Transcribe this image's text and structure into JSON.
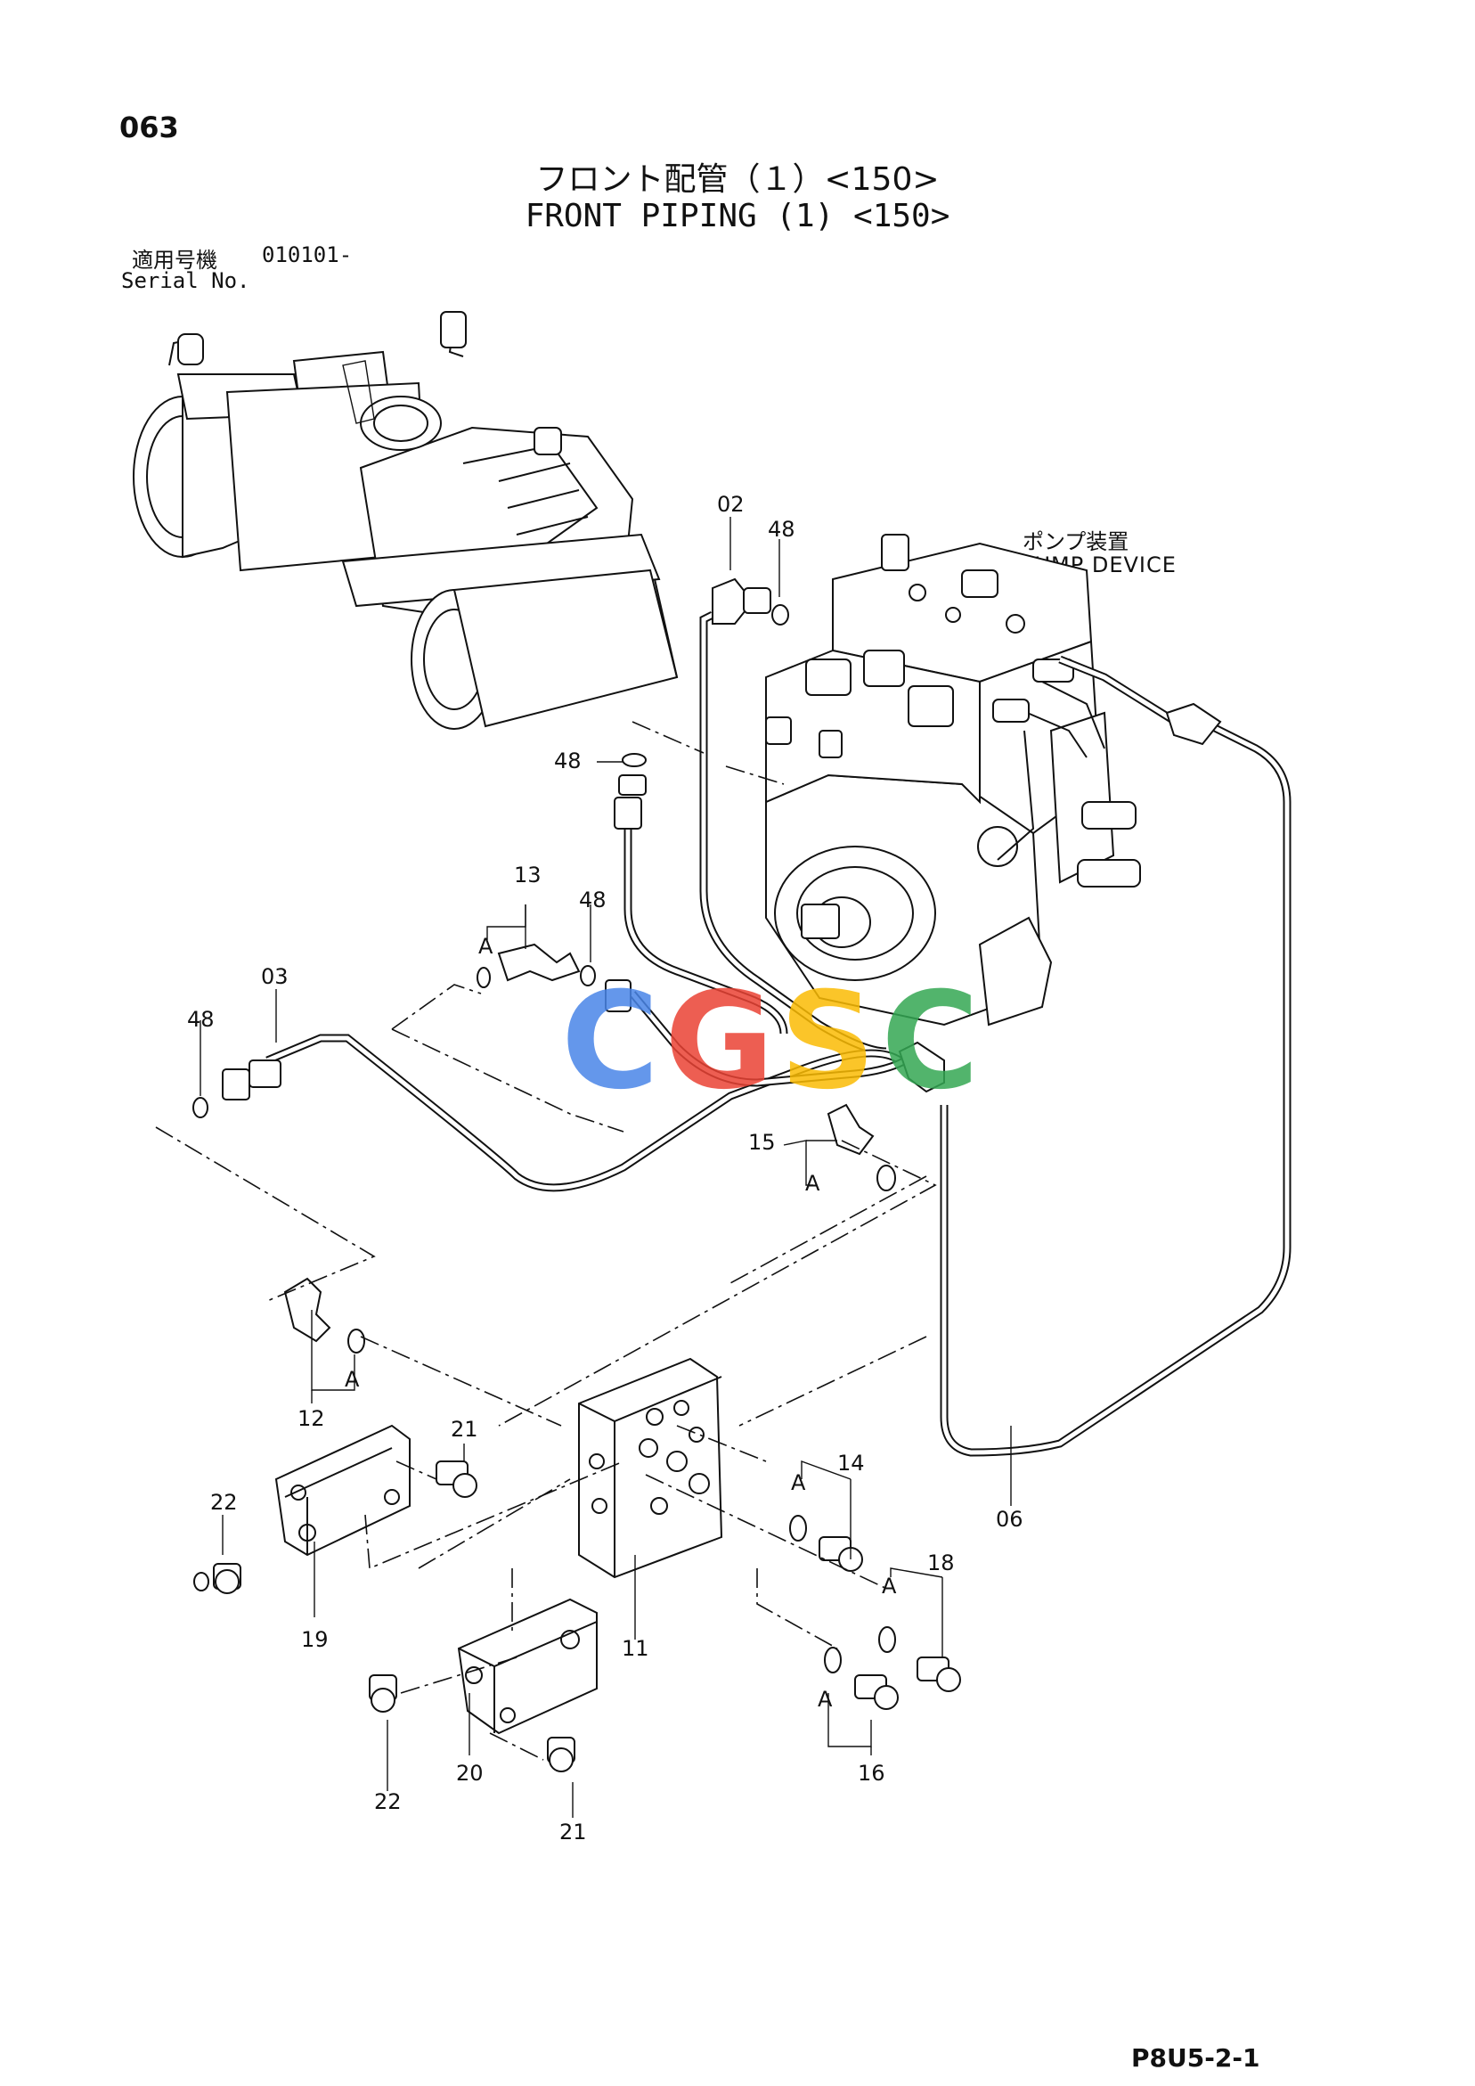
{
  "page_number": "063",
  "title_jp": "フロント配管（１）<150>",
  "title_en": "FRONT PIPING (1) <150>",
  "serial_jp": "適用号機",
  "serial_value": "010101-",
  "serial_en": "Serial No.",
  "pump_device_jp": "ポンプ装置",
  "pump_device_en": "PUMP DEVICE",
  "footer_code": "P8U5-2-1",
  "watermark": "CGSC",
  "colors": {
    "watermark": [
      "#4a86e8",
      "#ea4335",
      "#fbbc04",
      "#34a853"
    ]
  },
  "labels": {
    "p02": "02",
    "p48a": "48",
    "p48b": "48",
    "p48c": "48",
    "p48d": "48",
    "p13": "13",
    "p03": "03",
    "p15": "15",
    "p12": "12",
    "p21a": "21",
    "p22a": "22",
    "p19": "19",
    "p11": "11",
    "p14": "14",
    "p06": "06",
    "p18": "18",
    "p20": "20",
    "p22b": "22",
    "p21b": "21",
    "p16": "16",
    "a1": "A",
    "a2": "A",
    "a3": "A",
    "a4": "A",
    "a5": "A",
    "a6": "A"
  }
}
